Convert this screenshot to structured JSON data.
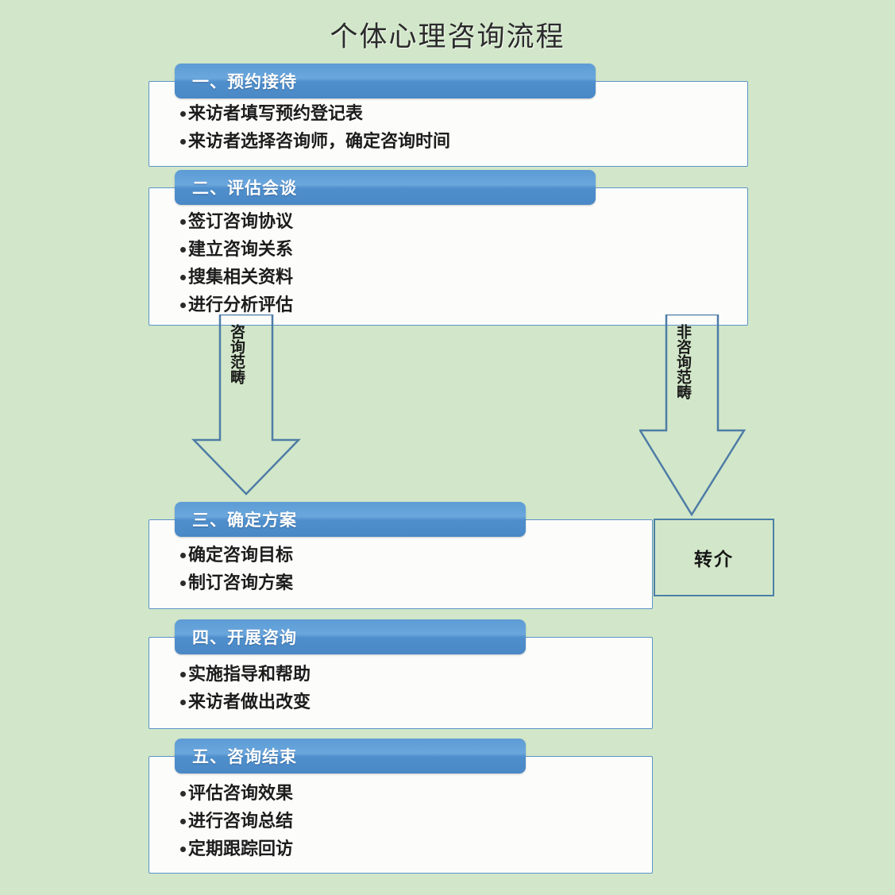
{
  "page": {
    "title": "个体心理咨询流程",
    "background_color": "#d2e7c9",
    "header_color": "#5d9bd5",
    "border_color": "#5b93c7",
    "body_color": "#fcfdfb"
  },
  "stages": [
    {
      "header": "一、预约接待",
      "items": [
        "来访者填写预约登记表",
        "来访者选择咨询师，确定咨询时间"
      ]
    },
    {
      "header": "二、评估会谈",
      "items": [
        "签订咨询协议",
        "建立咨询关系",
        "搜集相关资料",
        "进行分析评估"
      ]
    },
    {
      "header": "三、确定方案",
      "items": [
        "确定咨询目标",
        "制订咨询方案"
      ]
    },
    {
      "header": "四、开展咨询",
      "items": [
        "实施指导和帮助",
        "来访者做出改变"
      ]
    },
    {
      "header": "五、咨询结束",
      "items": [
        "评估咨询效果",
        "进行咨询总结",
        "定期跟踪回访"
      ]
    }
  ],
  "arrows": {
    "left": {
      "label": "咨询范畴"
    },
    "right": {
      "label": "非咨询范畴"
    }
  },
  "referral": {
    "label": "转介"
  }
}
